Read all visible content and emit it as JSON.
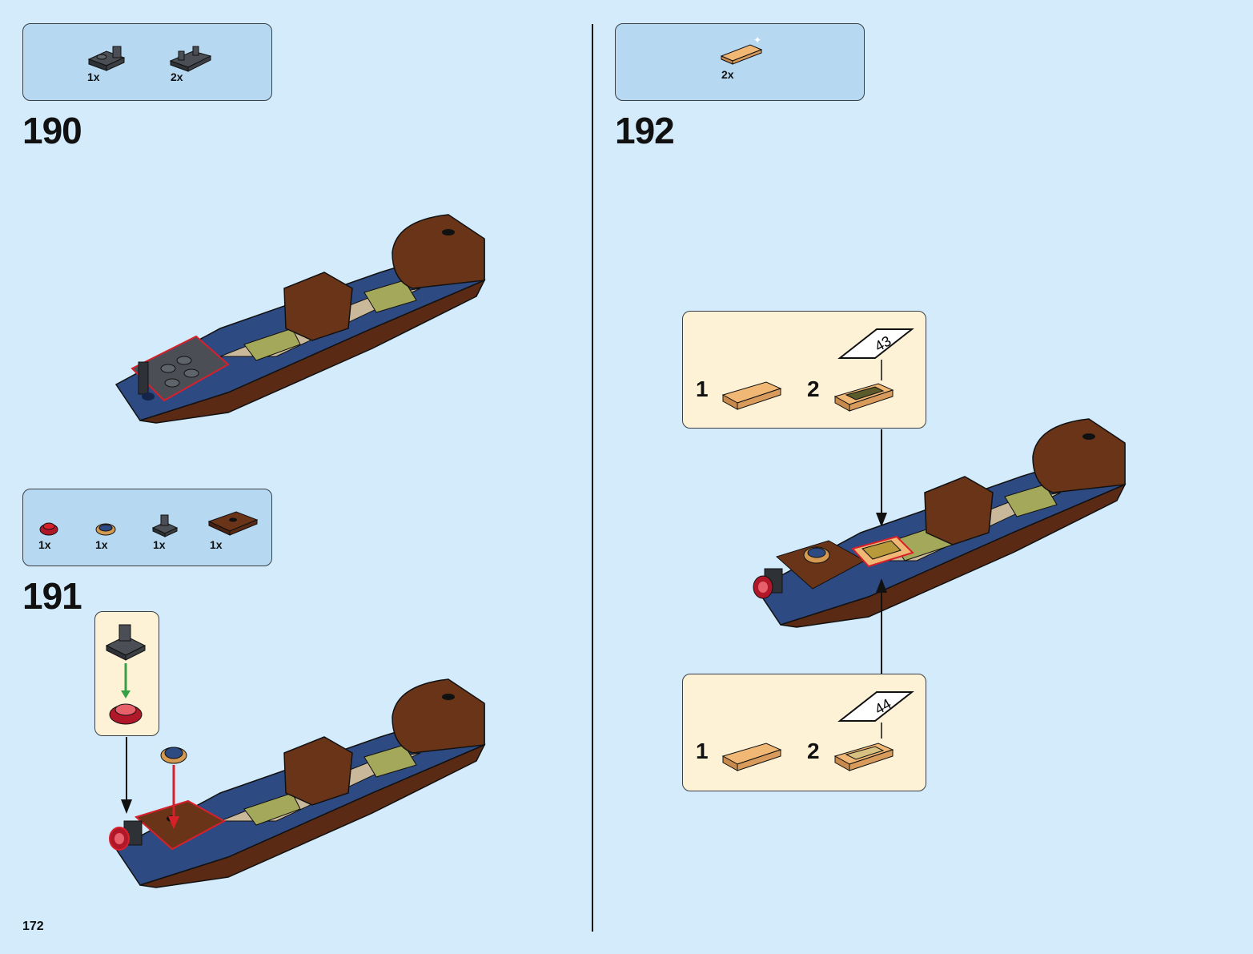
{
  "page": {
    "number": "172"
  },
  "steps": [
    {
      "number": "190",
      "parts": [
        {
          "qty": "1x",
          "icon": "dark-gray-plate-with-clip-icon"
        },
        {
          "qty": "2x",
          "icon": "dark-gray-plate-with-clips-icon"
        }
      ]
    },
    {
      "number": "191",
      "parts": [
        {
          "qty": "1x",
          "icon": "red-round-plate-icon"
        },
        {
          "qty": "1x",
          "icon": "printed-round-tile-compass-icon"
        },
        {
          "qty": "1x",
          "icon": "dark-gray-clip-plate-icon"
        },
        {
          "qty": "1x",
          "icon": "brown-plate-icon"
        }
      ]
    },
    {
      "number": "192",
      "parts": [
        {
          "qty": "2x",
          "icon": "tan-tile-icon"
        }
      ],
      "callouts": [
        {
          "step1": "1",
          "step2": "2",
          "sticker": "43"
        },
        {
          "step1": "1",
          "step2": "2",
          "sticker": "44"
        }
      ]
    }
  ],
  "colors": {
    "background": "#d3ebfa",
    "parts_box": "#b7d8f1",
    "callout": "#fdf2d6",
    "hull_blue": "#2e4a82",
    "hull_brown": "#5a2a14",
    "highlight_red": "#d8202a",
    "arrow_green": "#35a046"
  }
}
